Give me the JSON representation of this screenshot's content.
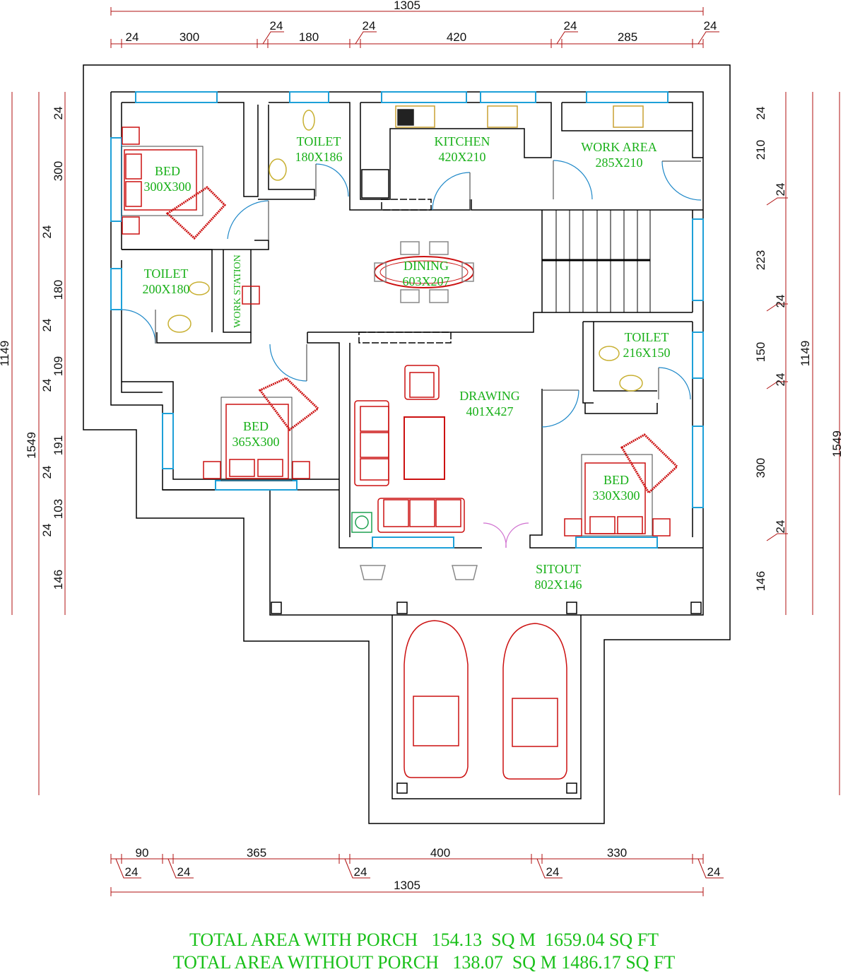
{
  "dimensions": {
    "top_total": "1305",
    "top_segments": [
      "24",
      "300",
      "24",
      "180",
      "24",
      "420",
      "24",
      "285",
      "24"
    ],
    "bottom_segments": [
      "90",
      "365",
      "400",
      "330"
    ],
    "bottom_walls": [
      "24",
      "24",
      "24",
      "24",
      "24"
    ],
    "bottom_total": "1305",
    "left_outer": "1549",
    "left_inner": "1149",
    "left_segments": [
      "24",
      "300",
      "24",
      "180",
      "24",
      "109",
      "24",
      "191",
      "24",
      "103",
      "24",
      "146"
    ],
    "right_segments": [
      "24",
      "210",
      "24",
      "223",
      "24",
      "150",
      "24",
      "300",
      "24",
      "146"
    ],
    "right_inner": "1149",
    "right_outer": "1549"
  },
  "rooms": [
    {
      "name": "BED",
      "size": "300X300"
    },
    {
      "name": "TOILET",
      "size": "180X186"
    },
    {
      "name": "KITCHEN",
      "size": "420X210"
    },
    {
      "name": "WORK AREA",
      "size": "285X210"
    },
    {
      "name": "TOILET",
      "size": "200X180"
    },
    {
      "name": "WORK STATION"
    },
    {
      "name": "DINING",
      "size": "603X207"
    },
    {
      "name": "TOILET",
      "size": "216X150"
    },
    {
      "name": "DRAWING",
      "size": "401X427"
    },
    {
      "name": "BED",
      "size": "365X300"
    },
    {
      "name": "BED",
      "size": "330X300"
    },
    {
      "name": "SITOUT",
      "size": "802X146"
    }
  ],
  "summary": {
    "with_porch": "TOTAL AREA WITH PORCH   154.13  SQ M  1659.04 SQ FT",
    "without_porch": "TOTAL AREA WITHOUT PORCH   138.07  SQ M 1486.17 SQ FT"
  },
  "colors": {
    "wall": "#000000",
    "furniture": "#cc1111",
    "window": "#1ea0d8",
    "text": "#19b019",
    "fixture": "#c8b032"
  }
}
